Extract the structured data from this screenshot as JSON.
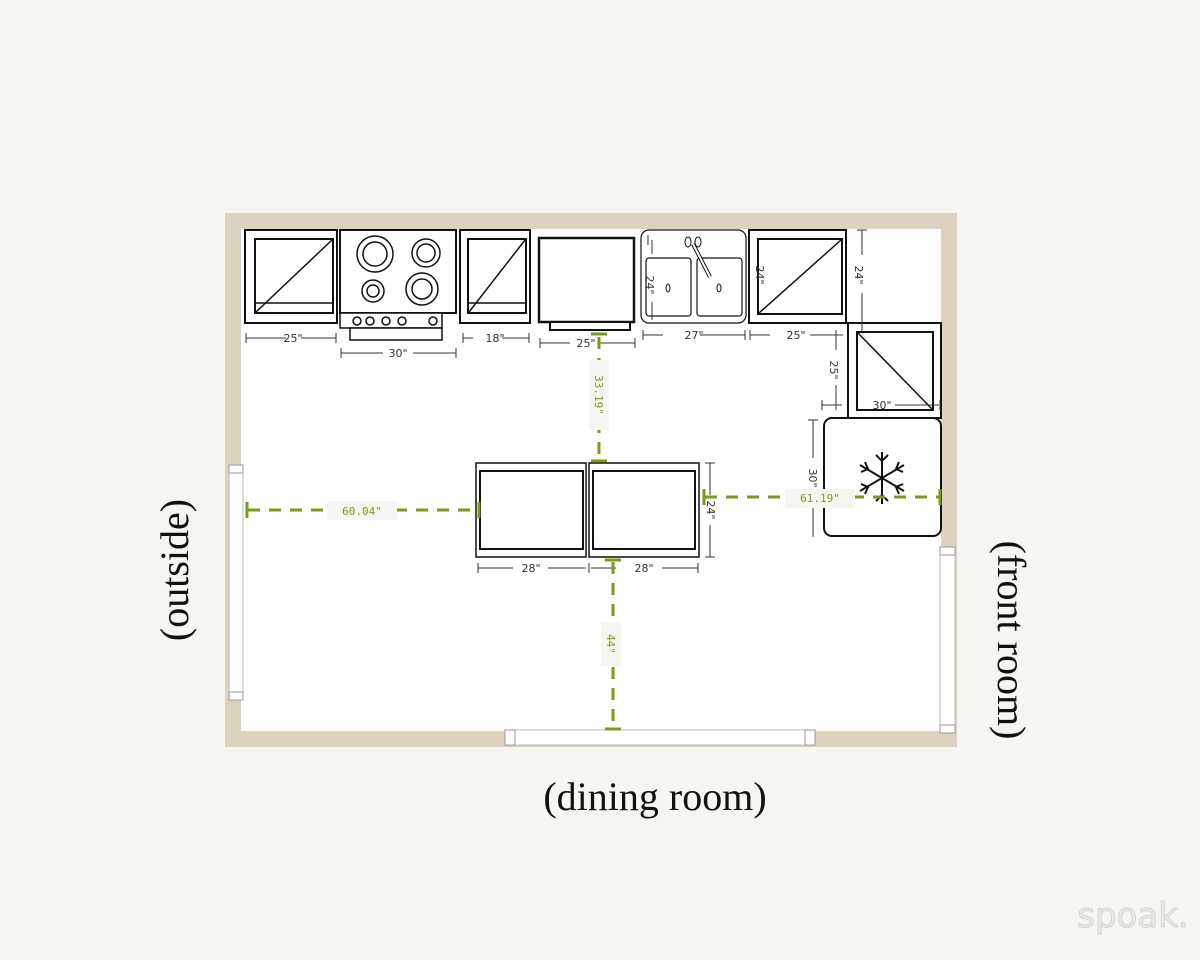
{
  "rooms": {
    "left": "(outside)",
    "right": "(front room)",
    "bottom": "(dining room)"
  },
  "dimensions": {
    "cabinet_1_width": "25\"",
    "stove_width": "30\"",
    "cabinet_2_width": "18\"",
    "dishwasher_width": "25\"",
    "sink_width": "27\"",
    "sink_depth": "24\"",
    "cabinet_3_width": "25\"",
    "cabinet_3_depth": "24\"",
    "wall_depth": "24\"",
    "corner_cabinet_depth": "25\"",
    "corner_cabinet_width": "30\"",
    "fridge_depth": "30\"",
    "island_left_width": "28\"",
    "island_right_width": "28\"",
    "island_depth": "24\""
  },
  "clearances": {
    "counter_to_island": "33.19\"",
    "door_to_island": "60.04\"",
    "island_to_fridge": "61.19\"",
    "island_to_dining": "44\""
  },
  "colors": {
    "wall": "#ddd1c0",
    "background": "#f6f5f1",
    "clearance": "#7a9a1a"
  },
  "watermark": "spoak."
}
